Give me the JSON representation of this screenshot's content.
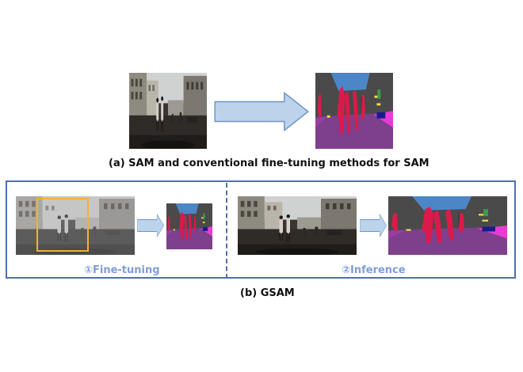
{
  "captions": {
    "a": "(a) SAM and conventional fine-tuning methods for SAM",
    "b": "(b) GSAM"
  },
  "steps": {
    "finetuning": "①Fine-tuning",
    "inference": "②Inference"
  },
  "colors": {
    "frame": "#4f6fae",
    "step_text": "#7f9ed4",
    "arrow_fill": "#bcd3ec",
    "arrow_stroke": "#6f93c5",
    "bbox": "#f2b233",
    "seg_road": "#7e3f8c",
    "seg_person": "#dc1a4a",
    "seg_sky": "#4d86c6",
    "seg_background": "#4a4a4a",
    "seg_sidewalk": "#e83bd6"
  }
}
